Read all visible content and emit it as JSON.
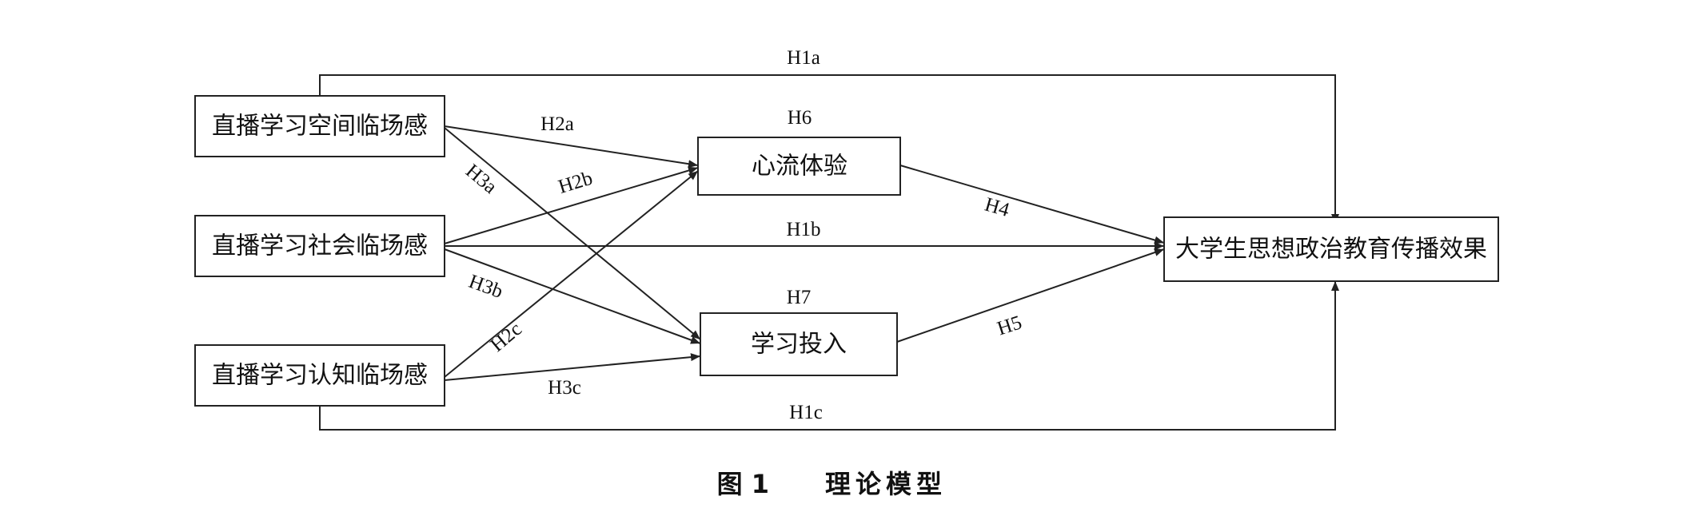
{
  "diagram": {
    "nodes": {
      "spatial": "直播学习空间临场感",
      "social": "直播学习社会临场感",
      "cognitive": "直播学习认知临场感",
      "flow": "心流体验",
      "engagement": "学习投入",
      "effect": "大学生思想政治教育传播效果"
    },
    "labels": {
      "h1a": "H1a",
      "h1b": "H1b",
      "h1c": "H1c",
      "h2a": "H2a",
      "h2b": "H2b",
      "h2c": "H2c",
      "h3a": "H3a",
      "h3b": "H3b",
      "h3c": "H3c",
      "h4": "H4",
      "h5": "H5",
      "h6": "H6",
      "h7": "H7"
    },
    "caption": {
      "figure": "图 1",
      "title": "理论模型"
    },
    "colors": {
      "stroke": "#222222",
      "text": "#111111"
    }
  }
}
